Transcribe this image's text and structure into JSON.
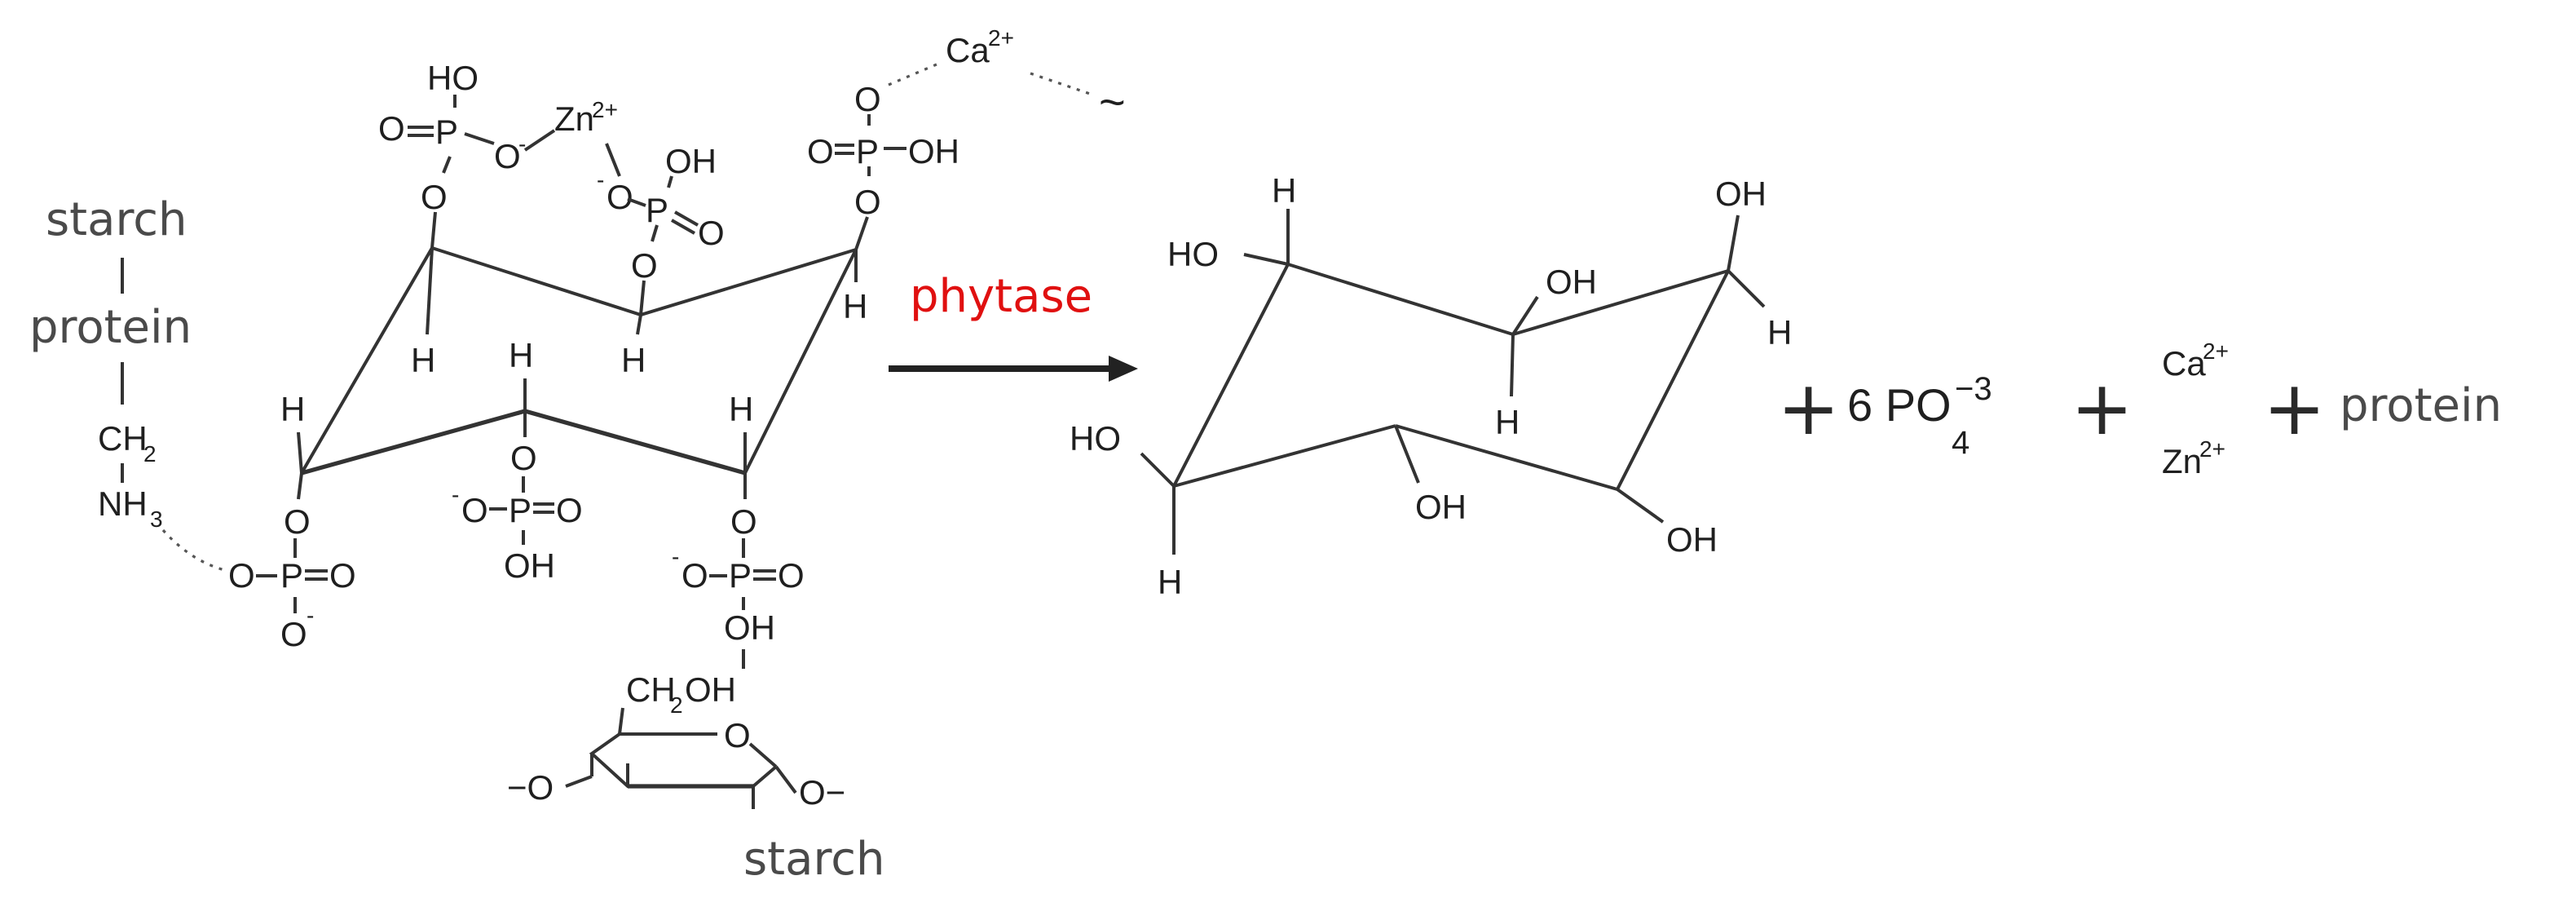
{
  "reactant": {
    "starch_top": "starch",
    "protein": "protein",
    "ch": "CH",
    "ch_sub": "2",
    "nh": "NH",
    "nh_sub": "3",
    "ca": "Ca",
    "ca_sup": "2+",
    "tilde": "~",
    "zn": "Zn",
    "zn_sup": "2+",
    "ch2oh": "CH",
    "ch2oh_sub": "2",
    "ch2oh_tail": "OH",
    "starch_bottom": "starch"
  },
  "arrow": {
    "label": "phytase",
    "label_color": "#e01010"
  },
  "products": {
    "plus1": "+",
    "phosphate": "6 PO",
    "phosphate_sub": "4",
    "phosphate_sup": "−3",
    "plus2": "+",
    "ca": "Ca",
    "ca_sup": "2+",
    "zn": "Zn",
    "zn_sup": "2+",
    "plus3": "+",
    "protein": "protein"
  },
  "atoms": {
    "h": "H",
    "o": "O",
    "oh": "OH",
    "ho": "HO",
    "p": "P",
    "o_minus": "−",
    "o_bond_left": "−O",
    "o_bond_right": "O−",
    "o_minus_charge": "-"
  }
}
